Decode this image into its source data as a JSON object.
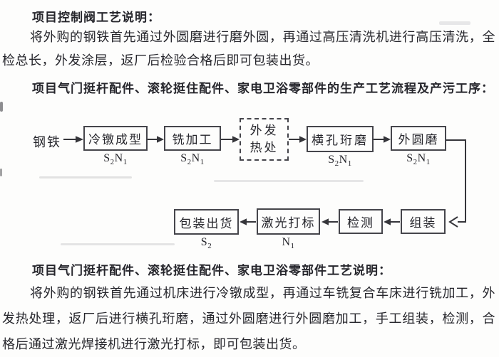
{
  "document": {
    "heading1": "项目控制阀工艺说明：",
    "para1": "将外购的钢铁首先通过外圆磨进行磨外圆，再通过高压清洗机进行高压清洗，全检总长，外发涂层，返厂后检验合格后即可包装出货。",
    "heading2": "项目气门挺杆配件、滚轮挺住配件、家电卫浴零部件的生产工艺流程及产污工序：",
    "heading3": "项目气门挺杆配件、滚轮挺住配件、家电卫浴零部件工艺说明：",
    "para2": "将外购的钢铁首先通过机床进行冷镦成型，再通过车铣复合车床进行铣加工，外发热处理，返厂后进行横孔珩磨，通过外圆磨进行外圆磨加工，手工组装，检测，合格后通过激光焊接机进行激光打标，即可包装出货。"
  },
  "flowchart": {
    "input_label": "钢铁",
    "stages": {
      "cold_heading": {
        "label": "冷镦成型",
        "code": [
          "S",
          "2",
          "N",
          "1"
        ]
      },
      "milling": {
        "label": "铣加工",
        "code": [
          "S",
          "2",
          "N",
          "1"
        ]
      },
      "outsourced_heat": {
        "line1": "外发",
        "line2": "热处"
      },
      "cross_hole_honing": {
        "label": "横孔珩磨",
        "code": [
          "S",
          "2",
          "N",
          "1"
        ]
      },
      "cylindrical_grinding": {
        "label": "外圆磨",
        "code": [
          "S",
          "2",
          "N",
          "1"
        ]
      },
      "assembly": {
        "label": "组装"
      },
      "inspection": {
        "label": "检测"
      },
      "laser_marking": {
        "label": "激光打标",
        "code": [
          "N",
          "1"
        ]
      },
      "packing_shipping": {
        "label": "包装出货",
        "code": [
          "S",
          "2"
        ]
      }
    },
    "colors": {
      "text": "#26262c",
      "box_border": "#45454b",
      "connector_line": "#35353a",
      "background": "#fdfdfc"
    }
  }
}
